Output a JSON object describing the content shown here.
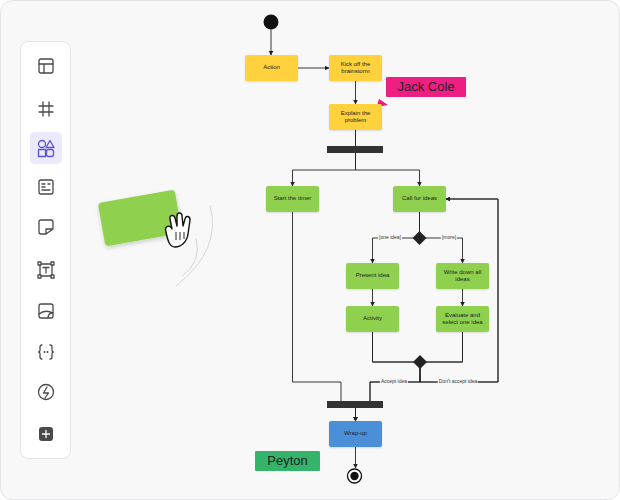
{
  "diagram": {
    "nodes": [
      {
        "text": [
          "Action"
        ]
      },
      {
        "text": [
          "Kick off the brainstorm"
        ]
      },
      {
        "text": [
          "Explain the problem"
        ]
      },
      {
        "text": [
          "Jack Cole"
        ]
      },
      {
        "text": [
          "Start the timer"
        ]
      },
      {
        "text": [
          "Call for ideas"
        ]
      },
      {
        "text": [
          "Present idea"
        ]
      },
      {
        "text": [
          "Write down all ideas"
        ]
      },
      {
        "text": [
          "Activity"
        ]
      },
      {
        "text": [
          "Evaluate and select one idea"
        ]
      },
      {
        "text": [
          "Wrap-up"
        ]
      },
      {
        "text": [
          "Peyton"
        ]
      }
    ],
    "edges": [
      {
        "from": 0,
        "to": 1,
        "arrow": "to"
      },
      {
        "from": 1,
        "to": 2,
        "arrow": "to"
      },
      {
        "from": 2,
        "to": 4,
        "arrow": "to"
      },
      {
        "from": 2,
        "to": 5,
        "arrow": "to"
      },
      {
        "from": 5,
        "to": 6,
        "label": "[one idea]",
        "arrow": "to"
      },
      {
        "from": 5,
        "to": 7,
        "label": "[more]",
        "arrow": "to"
      },
      {
        "from": 6,
        "to": 8,
        "arrow": "to"
      },
      {
        "from": 7,
        "to": 9,
        "arrow": "to"
      },
      {
        "from": 4,
        "to": 10,
        "arrow": "to"
      },
      {
        "from": 8,
        "to": 10,
        "label": "Accept idea",
        "arrow": "to"
      },
      {
        "from": 9,
        "to": 10,
        "arrow": "to"
      },
      {
        "from": 8,
        "to": 5,
        "arrow": "to"
      },
      {
        "from": 9,
        "to": 5,
        "label": "Don't accept idea",
        "arrow": "to"
      }
    ]
  }
}
